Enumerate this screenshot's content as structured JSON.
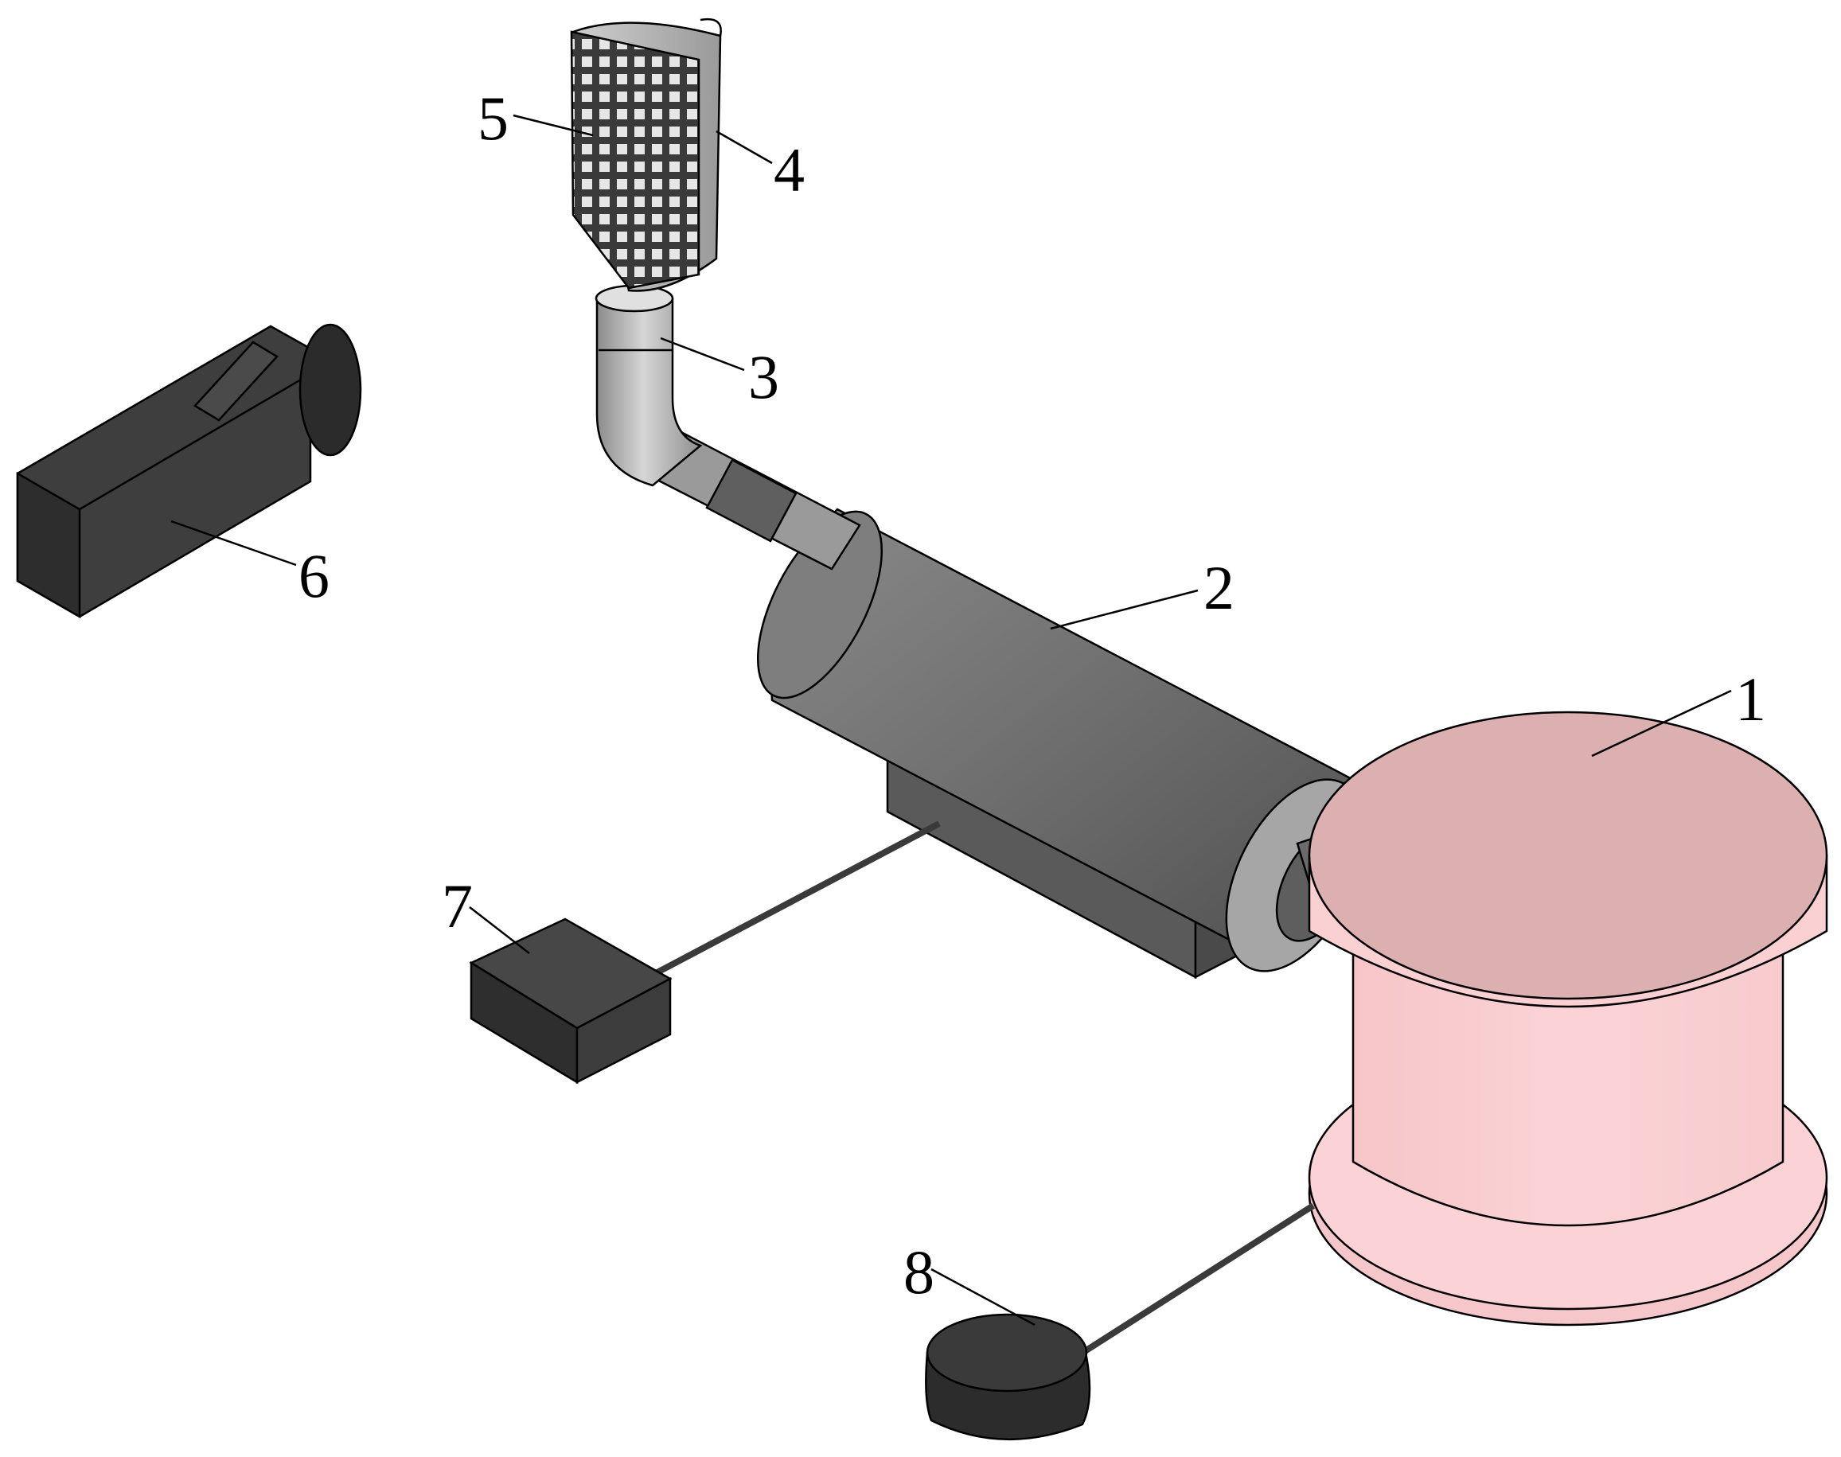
{
  "figure": {
    "parts": [
      {
        "id": "1",
        "label": "1"
      },
      {
        "id": "2",
        "label": "2"
      },
      {
        "id": "3",
        "label": "3"
      },
      {
        "id": "4",
        "label": "4"
      },
      {
        "id": "5",
        "label": "5"
      },
      {
        "id": "6",
        "label": "6"
      },
      {
        "id": "7",
        "label": "7"
      },
      {
        "id": "8",
        "label": "8"
      }
    ]
  },
  "colors": {
    "drum_top": "#dcafb0",
    "drum_side": "#fbd0d3",
    "body_dark": "#3a3a3a",
    "cylinder": "#7a7a7a",
    "pipe_light": "#bdbdbd",
    "white": "#ffffff"
  }
}
